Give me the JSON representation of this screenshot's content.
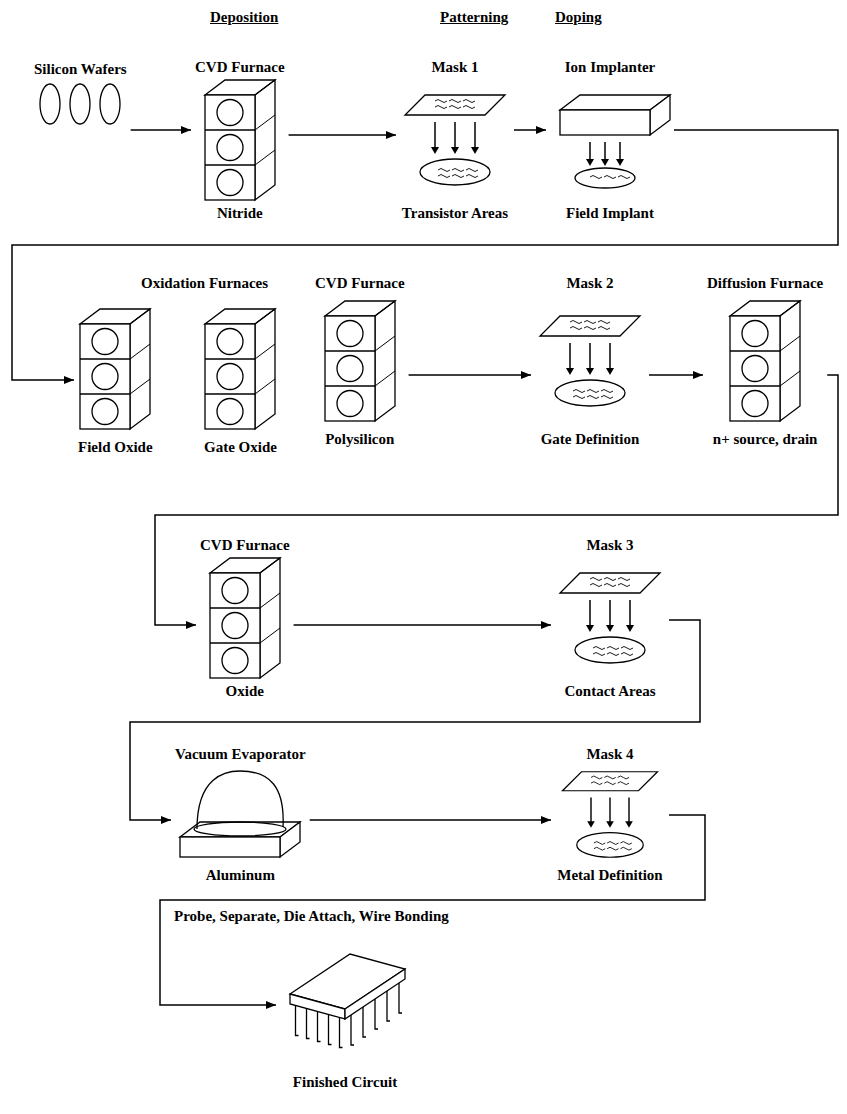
{
  "diagram": {
    "nodes": [
      {
        "text": [
          "Silicon Wafers"
        ]
      },
      {
        "text": [
          "CVD Furnace",
          "Nitride"
        ]
      },
      {
        "text": [
          "Mask 1",
          "Transistor Areas"
        ]
      },
      {
        "text": [
          "Ion Implanter",
          "Field Implant"
        ]
      },
      {
        "text": [
          "Field Oxide"
        ]
      },
      {
        "text": [
          "Gate Oxide"
        ]
      },
      {
        "text": [
          "CVD Furnace",
          "Polysilicon"
        ]
      },
      {
        "text": [
          "Mask 2",
          "Gate Definition"
        ]
      },
      {
        "text": [
          "Diffusion Furnace",
          "n+ source, drain"
        ]
      },
      {
        "text": [
          "CVD Furnace",
          "Oxide"
        ]
      },
      {
        "text": [
          "Mask 3",
          "Contact Areas"
        ]
      },
      {
        "text": [
          "Vacuum Evaporator",
          "Aluminum"
        ]
      },
      {
        "text": [
          "Mask 4",
          "Metal Definition"
        ]
      },
      {
        "text": [
          "Finished Circuit"
        ]
      }
    ],
    "edges": [
      {
        "from": 0,
        "to": 1,
        "arrow": "to"
      },
      {
        "from": 1,
        "to": 2,
        "arrow": "to"
      },
      {
        "from": 2,
        "to": 3,
        "arrow": "to"
      },
      {
        "from": 3,
        "to": 4,
        "arrow": "to"
      },
      {
        "from": 6,
        "to": 7,
        "arrow": "to"
      },
      {
        "from": 7,
        "to": 8,
        "arrow": "to"
      },
      {
        "from": 8,
        "to": 9,
        "arrow": "to"
      },
      {
        "from": 9,
        "to": 10,
        "arrow": "to"
      },
      {
        "from": 10,
        "to": 11,
        "arrow": "to"
      },
      {
        "from": 11,
        "to": 12,
        "arrow": "to"
      },
      {
        "from": 12,
        "to": 13,
        "label": "Probe, Separate, Die Attach, Wire Bonding",
        "arrow": "to"
      }
    ],
    "labels": [
      "Deposition",
      "Patterning",
      "Doping",
      "Oxidation Furnaces"
    ]
  }
}
